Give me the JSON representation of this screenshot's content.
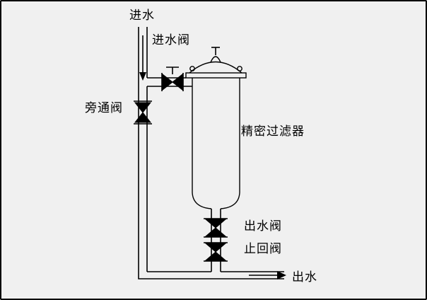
{
  "diagram": {
    "labels": {
      "inlet_water": "进水",
      "inlet_valve": "进水阀",
      "bypass_valve": "旁通阀",
      "filter": "精密过滤器",
      "outlet_valve": "出水阀",
      "check_valve": "止回阀",
      "outlet_water": "出水"
    },
    "colors": {
      "background": "#f0f0f0",
      "line": "#000000"
    }
  }
}
